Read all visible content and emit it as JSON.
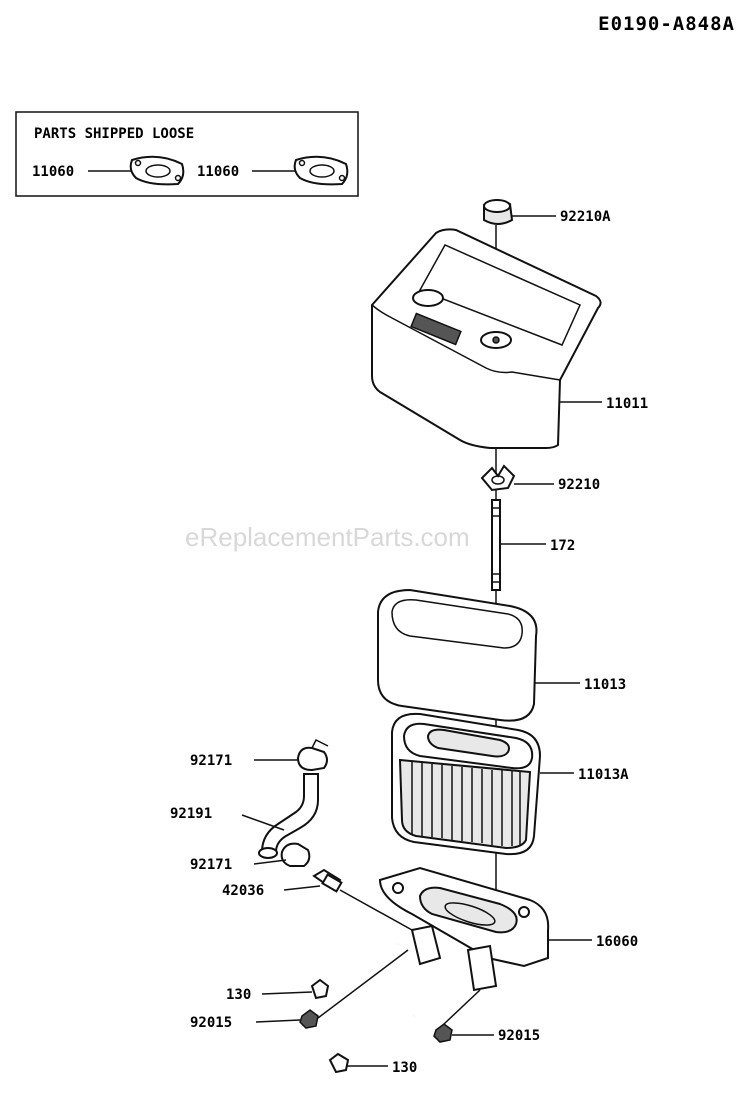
{
  "diagram_code": "E0190-A848A",
  "watermark": "eReplacementParts.com",
  "loose_box": {
    "title": "PARTS SHIPPED LOOSE",
    "items": [
      "11060",
      "11060"
    ]
  },
  "callouts": {
    "cap": "92210A",
    "cover": "11011",
    "wingnut": "92210",
    "stud": "172",
    "prefilter": "11013",
    "filter": "11013A",
    "clamp_top": "92171",
    "hose": "92191",
    "clamp_bottom": "92171",
    "fitting": "42036",
    "base": "16060",
    "bolt_upper": "130",
    "nut_left": "92015",
    "nut_right": "92015",
    "bolt_lower": "130"
  }
}
